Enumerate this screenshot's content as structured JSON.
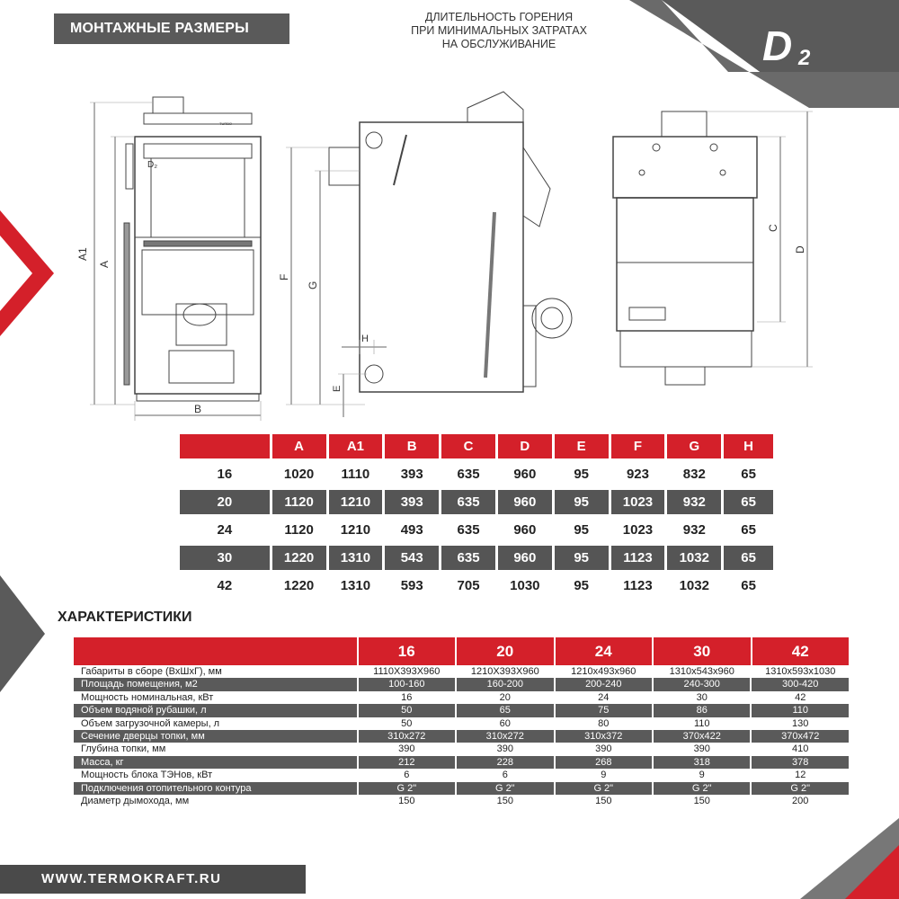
{
  "header": {
    "title": "МОНТАЖНЫЕ РАЗМЕРЫ",
    "tagline_lines": [
      "ДЛИТЕЛЬНОСТЬ ГОРЕНИЯ",
      "ПРИ МИНИМАЛЬНЫХ ЗАТРАТАХ",
      "НА ОБСЛУЖИВАНИЕ"
    ],
    "logo_text": "D",
    "logo_sub": "2"
  },
  "drawing_labels": {
    "front": {
      "a1": "A1",
      "a": "A",
      "b": "B"
    },
    "side": {
      "f": "F",
      "g": "G",
      "h": "H",
      "e": "E"
    },
    "back": {
      "c": "C",
      "d": "D"
    },
    "panel_text": "TURBO"
  },
  "dim_table": {
    "headers": [
      "",
      "A",
      "A1",
      "B",
      "C",
      "D",
      "E",
      "F",
      "G",
      "H"
    ],
    "rows": [
      [
        "16",
        "1020",
        "1110",
        "393",
        "635",
        "960",
        "95",
        "923",
        "832",
        "65"
      ],
      [
        "20",
        "1120",
        "1210",
        "393",
        "635",
        "960",
        "95",
        "1023",
        "932",
        "65"
      ],
      [
        "24",
        "1120",
        "1210",
        "493",
        "635",
        "960",
        "95",
        "1023",
        "932",
        "65"
      ],
      [
        "30",
        "1220",
        "1310",
        "543",
        "635",
        "960",
        "95",
        "1123",
        "1032",
        "65"
      ],
      [
        "42",
        "1220",
        "1310",
        "593",
        "705",
        "1030",
        "95",
        "1123",
        "1032",
        "65"
      ]
    ]
  },
  "characteristics": {
    "title": "ХАРАКТЕРИСТИКИ",
    "models": [
      "16",
      "20",
      "24",
      "30",
      "42"
    ],
    "rows": [
      {
        "label": "Габариты в сборе (ВхШхГ), мм",
        "values": [
          "1110X393X960",
          "1210X393X960",
          "1210x493x960",
          "1310x543x960",
          "1310x593x1030"
        ]
      },
      {
        "label": "Площадь помещения, м2",
        "values": [
          "100-160",
          "160-200",
          "200-240",
          "240-300",
          "300-420"
        ]
      },
      {
        "label": "Мощность номинальная, кВт",
        "values": [
          "16",
          "20",
          "24",
          "30",
          "42"
        ]
      },
      {
        "label": "Объем водяной рубашки, л",
        "values": [
          "50",
          "65",
          "75",
          "86",
          "110"
        ]
      },
      {
        "label": "Объем загрузочной камеры, л",
        "values": [
          "50",
          "60",
          "80",
          "110",
          "130"
        ]
      },
      {
        "label": "Сечение дверцы топки, мм",
        "values": [
          "310x272",
          "310x272",
          "310x372",
          "370x422",
          "370x472"
        ]
      },
      {
        "label": "Глубина топки, мм",
        "values": [
          "390",
          "390",
          "390",
          "390",
          "410"
        ]
      },
      {
        "label": "Масса, кг",
        "values": [
          "212",
          "228",
          "268",
          "318",
          "378"
        ]
      },
      {
        "label": "Мощность блока ТЭНов, кВт",
        "values": [
          "6",
          "6",
          "9",
          "9",
          "12"
        ]
      },
      {
        "label": "Подключения отопительного контура",
        "values": [
          "G 2\"",
          "G 2\"",
          "G 2\"",
          "G 2\"",
          "G 2\""
        ]
      },
      {
        "label": "Диаметр дымохода, мм",
        "values": [
          "150",
          "150",
          "150",
          "150",
          "200"
        ]
      }
    ]
  },
  "footer": {
    "url": "WWW.TERMOKRAFT.RU"
  },
  "colors": {
    "accent": "#d4202a",
    "dark": "#555555",
    "corner": "#5a5a5a"
  }
}
